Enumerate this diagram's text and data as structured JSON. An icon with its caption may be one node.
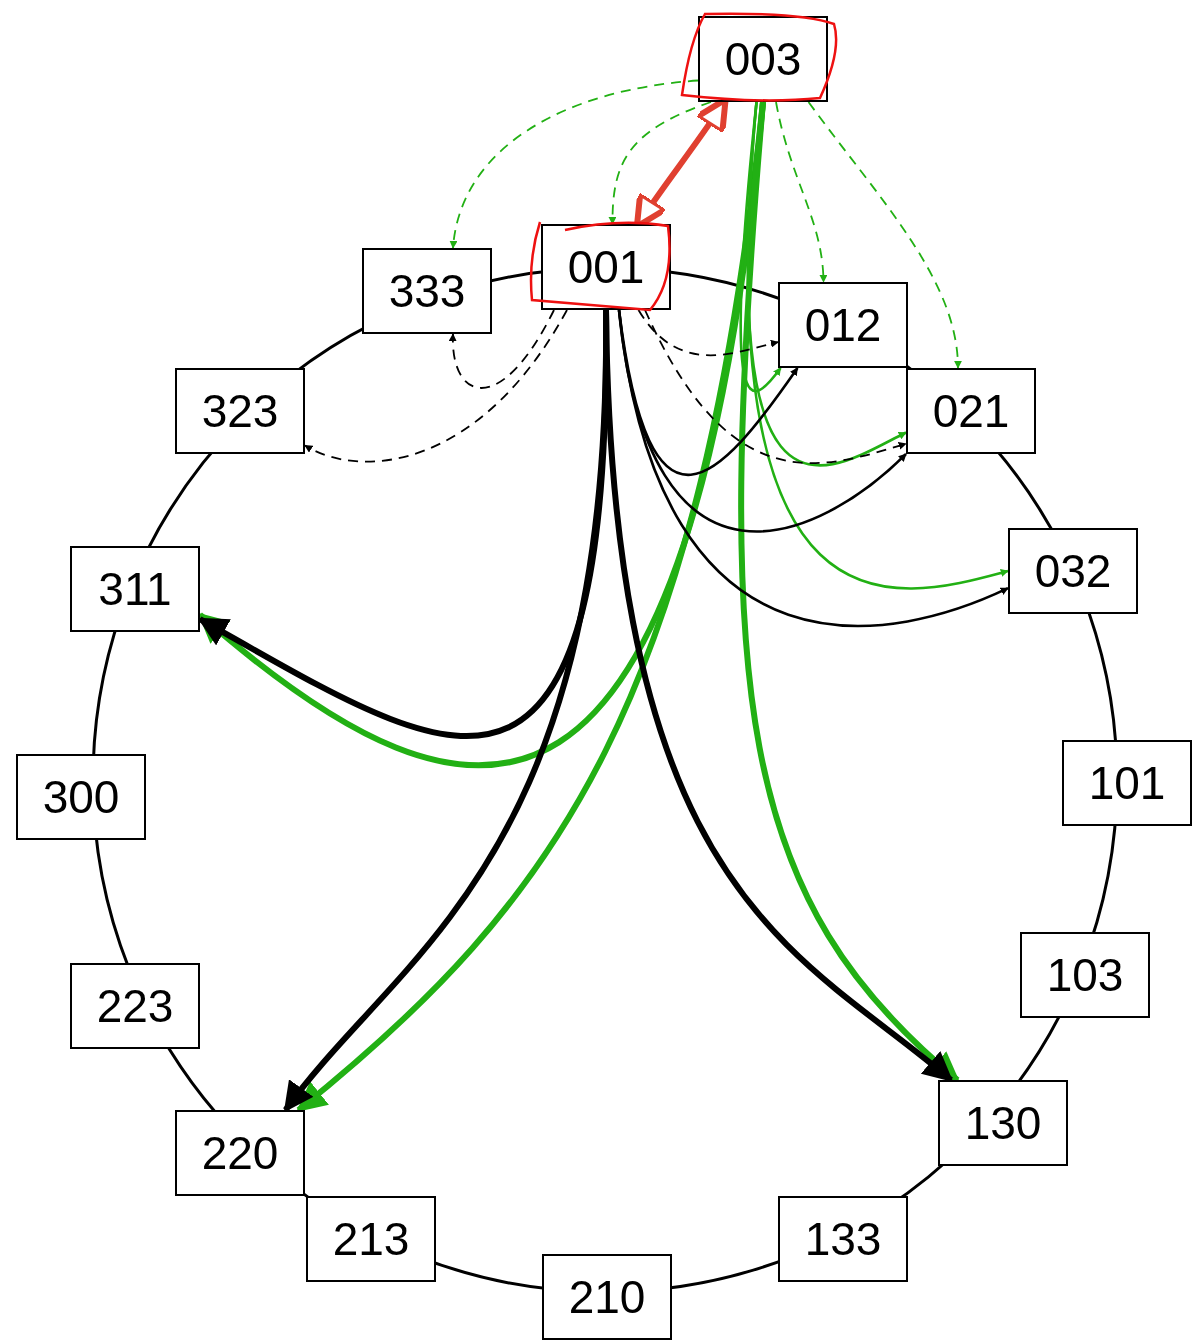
{
  "diagram": {
    "nodes": [
      {
        "text": [
          "003"
        ]
      },
      {
        "text": [
          "001"
        ]
      },
      {
        "text": [
          "333"
        ]
      },
      {
        "text": [
          "012"
        ]
      },
      {
        "text": [
          "323"
        ]
      },
      {
        "text": [
          "021"
        ]
      },
      {
        "text": [
          "032"
        ]
      },
      {
        "text": [
          "311"
        ]
      },
      {
        "text": [
          "101"
        ]
      },
      {
        "text": [
          "300"
        ]
      },
      {
        "text": [
          "103"
        ]
      },
      {
        "text": [
          "223"
        ]
      },
      {
        "text": [
          "130"
        ]
      },
      {
        "text": [
          "220"
        ]
      },
      {
        "text": [
          "213"
        ]
      },
      {
        "text": [
          "133"
        ]
      },
      {
        "text": [
          "210"
        ]
      }
    ],
    "edges": [
      {
        "from": 0,
        "to": 2,
        "arrow": "to",
        "style": "dashed",
        "color": "#22b014"
      },
      {
        "from": 0,
        "to": 1,
        "arrow": "to",
        "style": "dashed",
        "color": "#22b014"
      },
      {
        "from": 0,
        "to": 1,
        "arrow": "both",
        "style": "thick",
        "color": "#e04030"
      },
      {
        "from": 0,
        "to": 3,
        "arrow": "to",
        "style": "dashed",
        "color": "#22b014"
      },
      {
        "from": 0,
        "to": 5,
        "arrow": "to",
        "style": "dashed",
        "color": "#22b014"
      },
      {
        "from": 0,
        "to": 12,
        "arrow": "to",
        "style": "thick",
        "color": "#22b014"
      },
      {
        "from": 0,
        "to": 13,
        "arrow": "to",
        "style": "thick",
        "color": "#22b014"
      },
      {
        "from": 0,
        "to": 7,
        "arrow": "to",
        "style": "thick",
        "color": "#22b014"
      },
      {
        "from": 0,
        "to": 3,
        "arrow": "to",
        "color": "#22b014"
      },
      {
        "from": 0,
        "to": 5,
        "arrow": "to",
        "color": "#22b014"
      },
      {
        "from": 0,
        "to": 6,
        "arrow": "to",
        "color": "#22b014"
      },
      {
        "from": 1,
        "to": 2,
        "arrow": "to",
        "style": "dashed",
        "color": "#000000"
      },
      {
        "from": 1,
        "to": 4,
        "arrow": "to",
        "style": "dashed",
        "color": "#000000"
      },
      {
        "from": 1,
        "to": 3,
        "arrow": "to",
        "style": "dashed",
        "color": "#000000"
      },
      {
        "from": 1,
        "to": 5,
        "arrow": "to",
        "style": "dashed",
        "color": "#000000"
      },
      {
        "from": 1,
        "to": 3,
        "arrow": "to",
        "color": "#000000"
      },
      {
        "from": 1,
        "to": 5,
        "arrow": "to",
        "color": "#000000"
      },
      {
        "from": 1,
        "to": 6,
        "arrow": "to",
        "color": "#000000"
      },
      {
        "from": 1,
        "to": 7,
        "arrow": "to",
        "style": "thick",
        "color": "#000000"
      },
      {
        "from": 1,
        "to": 13,
        "arrow": "to",
        "style": "thick",
        "color": "#000000"
      },
      {
        "from": 1,
        "to": 12,
        "arrow": "to",
        "style": "thick",
        "color": "#000000"
      }
    ]
  }
}
